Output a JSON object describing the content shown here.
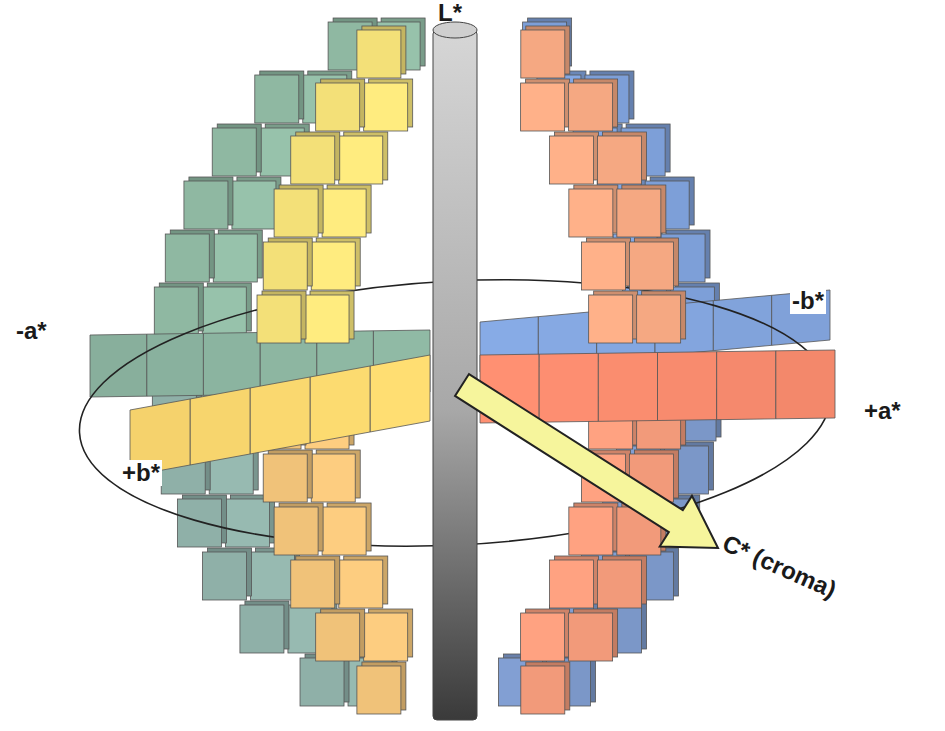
{
  "diagram": {
    "labels": [
      "L*",
      "-b*",
      "-a*",
      "+a*",
      "+b*",
      "C* (croma)"
    ]
  }
}
